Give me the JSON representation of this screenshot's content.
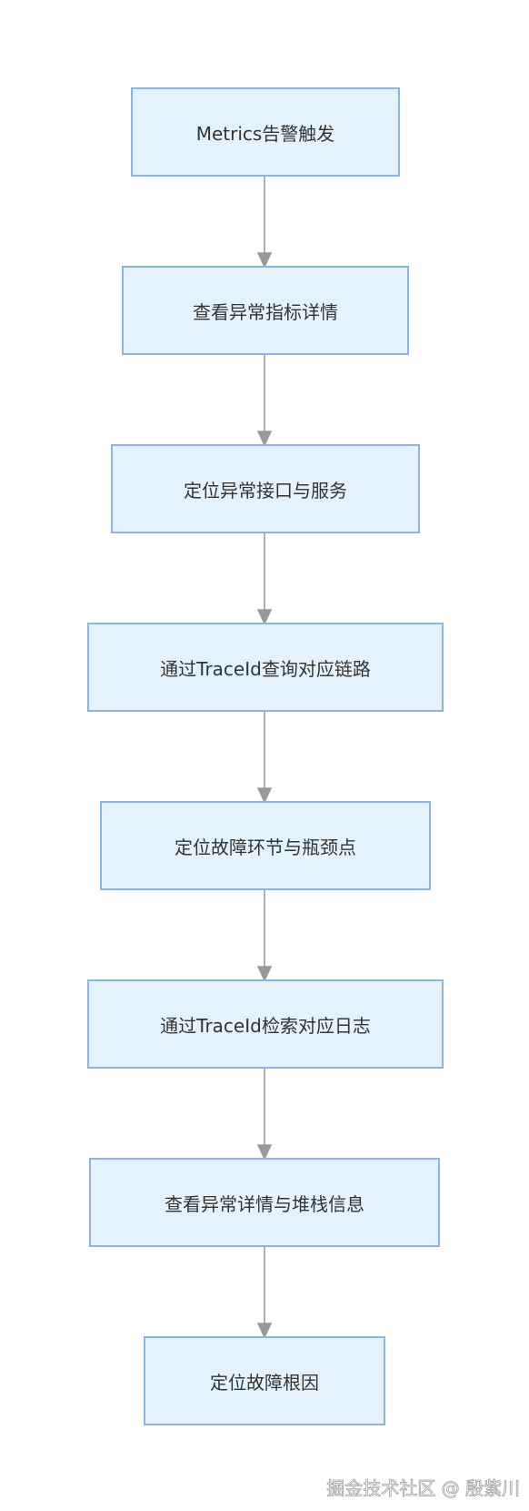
{
  "flowchart": {
    "steps": [
      "Metrics告警触发",
      "查看异常指标详情",
      "定位异常接口与服务",
      "通过TraceId查询对应链路",
      "定位故障环节与瓶颈点",
      "通过TraceId检索对应日志",
      "查看异常详情与堆栈信息",
      "定位故障根因"
    ]
  },
  "colors": {
    "node_fill": "#e3f2fd",
    "node_border": "#8ab4e8",
    "edge": "#999999",
    "text": "#333333"
  },
  "watermark": "掘金技术社区 @ 殷紫川"
}
